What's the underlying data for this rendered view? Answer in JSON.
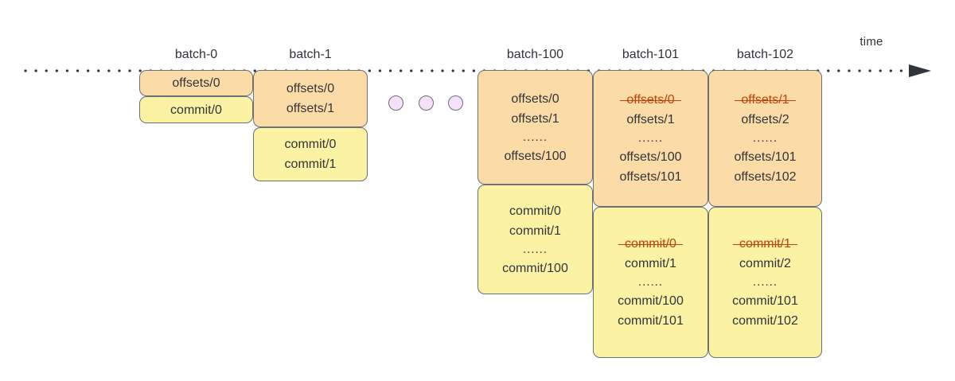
{
  "diagram": {
    "title": "batched offsets and commit timeline",
    "timeline": {
      "label": "time",
      "axis_name": "dotted-time-axis",
      "direction": "left-to-right"
    },
    "colors": {
      "offsets_fill": "#fbdca6",
      "commit_fill": "#fbf2a4",
      "box_stroke": "#6b6f76",
      "strikethrough": "#c4400b",
      "gap_dot_fill": "#f7e0fb",
      "text": "#30343b"
    },
    "gap_dots": {
      "name": "continuation-dots",
      "count": 3
    },
    "batches": [
      {
        "label": "batch-0",
        "offsets": {
          "lines": [
            {
              "text": "offsets/0",
              "struck": false
            }
          ]
        },
        "commit": {
          "lines": [
            {
              "text": "commit/0",
              "struck": false
            }
          ]
        }
      },
      {
        "label": "batch-1",
        "offsets": {
          "lines": [
            {
              "text": "offsets/0",
              "struck": false
            },
            {
              "text": "offsets/1",
              "struck": false
            }
          ]
        },
        "commit": {
          "lines": [
            {
              "text": "commit/0",
              "struck": false
            },
            {
              "text": "commit/1",
              "struck": false
            }
          ]
        }
      },
      {
        "label": "batch-100",
        "offsets": {
          "lines": [
            {
              "text": "offsets/0",
              "struck": false
            },
            {
              "text": "offsets/1",
              "struck": false
            },
            {
              "text": "......",
              "struck": false,
              "dots": true
            },
            {
              "text": "offsets/100",
              "struck": false
            }
          ]
        },
        "commit": {
          "lines": [
            {
              "text": "commit/0",
              "struck": false
            },
            {
              "text": "commit/1",
              "struck": false
            },
            {
              "text": "......",
              "struck": false,
              "dots": true
            },
            {
              "text": "commit/100",
              "struck": false
            }
          ]
        }
      },
      {
        "label": "batch-101",
        "offsets": {
          "lines": [
            {
              "text": "offsets/0",
              "struck": true
            },
            {
              "text": "offsets/1",
              "struck": false
            },
            {
              "text": "......",
              "struck": false,
              "dots": true
            },
            {
              "text": "offsets/100",
              "struck": false
            },
            {
              "text": "offsets/101",
              "struck": false
            }
          ]
        },
        "commit": {
          "lines": [
            {
              "text": "commit/0",
              "struck": true
            },
            {
              "text": "commit/1",
              "struck": false
            },
            {
              "text": "......",
              "struck": false,
              "dots": true
            },
            {
              "text": "commit/100",
              "struck": false
            },
            {
              "text": "commit/101",
              "struck": false
            }
          ]
        }
      },
      {
        "label": "batch-102",
        "offsets": {
          "lines": [
            {
              "text": "offsets/1",
              "struck": true
            },
            {
              "text": "offsets/2",
              "struck": false
            },
            {
              "text": "......",
              "struck": false,
              "dots": true
            },
            {
              "text": "offsets/101",
              "struck": false
            },
            {
              "text": "offsets/102",
              "struck": false
            }
          ]
        },
        "commit": {
          "lines": [
            {
              "text": "commit/1",
              "struck": true
            },
            {
              "text": "commit/2",
              "struck": false
            },
            {
              "text": "......",
              "struck": false,
              "dots": true
            },
            {
              "text": "commit/101",
              "struck": false
            },
            {
              "text": "commit/102",
              "struck": false
            }
          ]
        }
      }
    ]
  }
}
